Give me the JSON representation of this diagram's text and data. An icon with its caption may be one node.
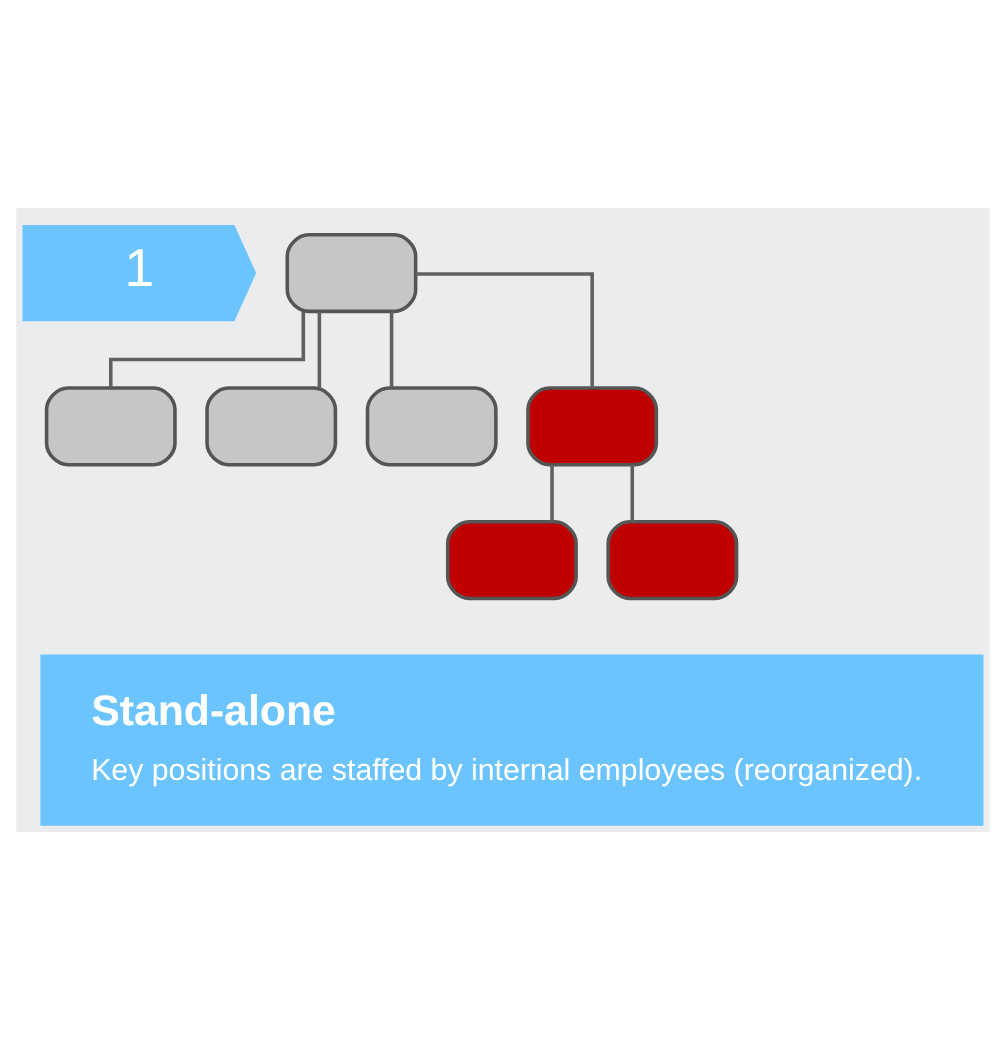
{
  "diagram": {
    "nodes": [
      {
        "text": [
          "1"
        ]
      },
      {
        "text": [],
        "shape": "box"
      },
      {
        "text": [],
        "shape": "box"
      },
      {
        "text": [],
        "shape": "box"
      },
      {
        "text": [],
        "shape": "box"
      },
      {
        "text": [],
        "shape": "box"
      },
      {
        "text": [],
        "shape": "box"
      },
      {
        "text": [],
        "shape": "box"
      },
      {
        "text": [
          "Stand-alone",
          "Key positions are staffed by internal employees (reorganized)."
        ]
      }
    ],
    "edges": [
      {
        "from": 1,
        "to": 2,
        "arrow": "none"
      },
      {
        "from": 1,
        "to": 3,
        "arrow": "none"
      },
      {
        "from": 1,
        "to": 4,
        "arrow": "none"
      },
      {
        "from": 1,
        "to": 5,
        "arrow": "none"
      },
      {
        "from": 5,
        "to": 6,
        "arrow": "none"
      },
      {
        "from": 5,
        "to": 7,
        "arrow": "none"
      }
    ]
  }
}
